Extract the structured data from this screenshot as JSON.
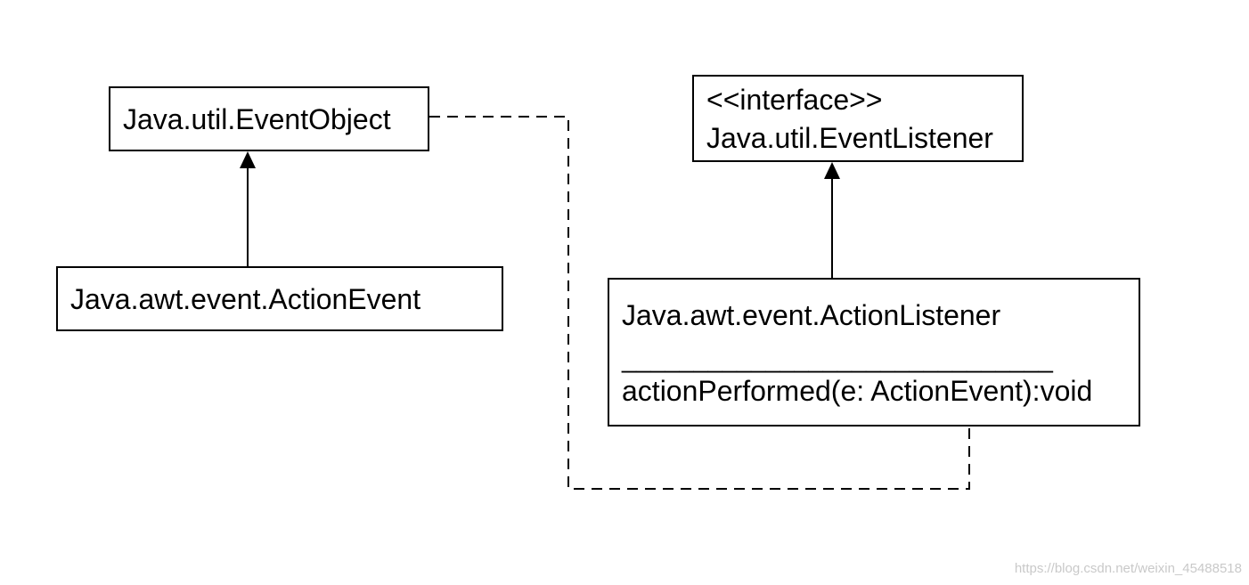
{
  "diagram": {
    "event_object": {
      "name": "Java.util.EventObject"
    },
    "action_event": {
      "name": "Java.awt.event.ActionEvent"
    },
    "event_listener": {
      "stereotype": "<<interface>>",
      "name": "Java.util.EventListener"
    },
    "action_listener": {
      "name": "Java.awt.event.ActionListener",
      "separator": "______________________________",
      "method": "actionPerformed(e: ActionEvent):void"
    }
  },
  "watermark": "https://blog.csdn.net/weixin_45488518",
  "colors": {
    "line": "#000000",
    "background": "#ffffff",
    "watermark": "#c9c9c9"
  }
}
